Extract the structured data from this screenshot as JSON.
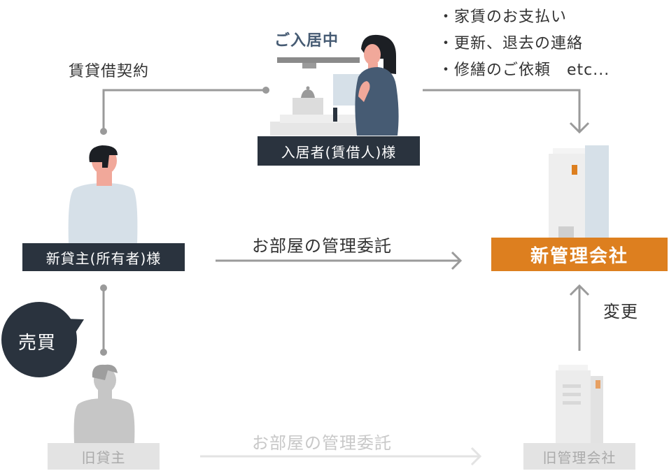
{
  "labels": {
    "lease_contract": "賃貸借契約",
    "tenant_status": "ご入居中",
    "tenant": "入居者(賃借人)様",
    "tasks": [
      "・家賃のお支払い",
      "・更新、退去の連絡",
      "・修繕のご依頼　etc..."
    ],
    "new_owner": "新貸主(所有者)様",
    "management_consign": "お部屋の管理委託",
    "new_company": "新管理会社",
    "change": "変更",
    "sale": "売買",
    "old_owner": "旧貸主",
    "management_consign_old": "お部屋の管理委託",
    "old_company": "旧管理会社"
  },
  "colors": {
    "dark": "#2a333e",
    "accent": "#dd7f1f",
    "line": "#9a9a9a",
    "faded": "#e3e3e3"
  }
}
